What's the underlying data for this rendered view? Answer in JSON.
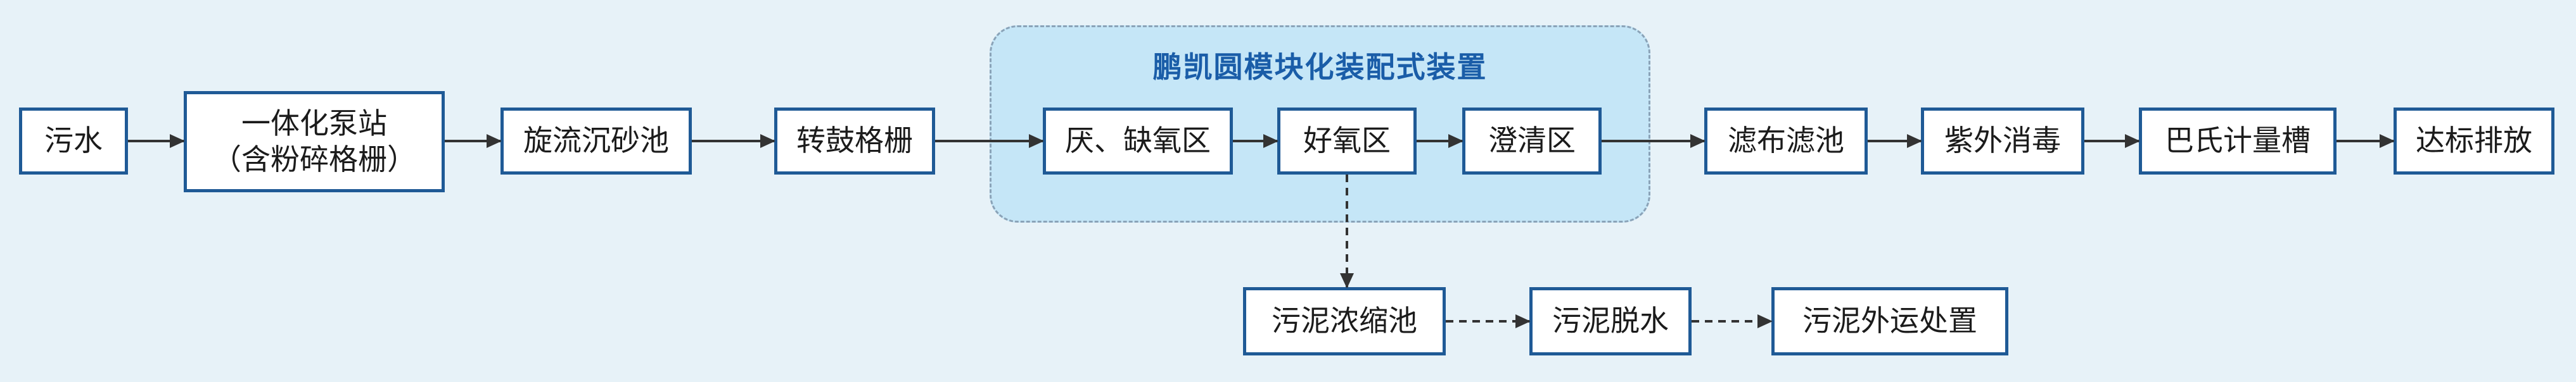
{
  "module_title": "鹏凯圆模块化装配式装置",
  "nodes": {
    "sewage": "污水",
    "pump": "一体化泵站\n（含粉碎格栅）",
    "grit": "旋流沉砂池",
    "drum": "转鼓格栅",
    "anoxic": "厌、缺氧区",
    "aerobic": "好氧区",
    "clarify": "澄清区",
    "filter": "滤布滤池",
    "uv": "紫外消毒",
    "flume": "巴氏计量槽",
    "discharge": "达标排放",
    "thickener": "污泥浓缩池",
    "dewater": "污泥脱水",
    "disposal": "污泥外运处置"
  },
  "colors": {
    "background": "#e7f2f8",
    "module_fill": "#c5e6f7",
    "box_border": "#1f5a96",
    "title": "#1a5da8",
    "arrow": "#333333"
  }
}
